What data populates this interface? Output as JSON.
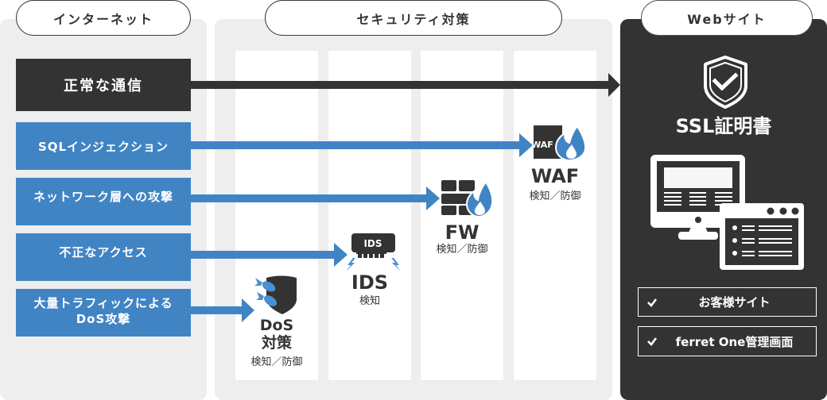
{
  "sections": {
    "internet": {
      "title": "インターネット"
    },
    "security": {
      "title": "セキュリティ対策"
    },
    "website": {
      "title": "Webサイト"
    }
  },
  "traffic": [
    {
      "label": "正常な通信",
      "kind": "normal",
      "destination": "Webサイト"
    },
    {
      "label": "SQLインジェクション",
      "kind": "attack",
      "destination": "WAF"
    },
    {
      "label": "ネットワーク層への攻撃",
      "kind": "attack",
      "destination": "FW"
    },
    {
      "label": "不正なアクセス",
      "kind": "attack",
      "destination": "IDS"
    },
    {
      "label_lines": [
        "大量トラフィックによる",
        "DoS攻撃"
      ],
      "kind": "attack",
      "destination": "DoS対策"
    }
  ],
  "defenses": [
    {
      "name_lines": [
        "DoS",
        "対策"
      ],
      "function": "検知／防御",
      "icon": "dos-shield-icon"
    },
    {
      "name": "IDS",
      "icon_text": "IDS",
      "function": "検知",
      "icon": "ids-chip-icon"
    },
    {
      "name": "FW",
      "function": "検知／防御",
      "icon": "firewall-icon"
    },
    {
      "name": "WAF",
      "icon_text": "WAF",
      "function": "検知／防御",
      "icon": "waf-icon"
    }
  ],
  "website": {
    "ssl_label": "SSL証明書",
    "ssl_icon": "shield-check-icon",
    "device_icons": [
      "monitor-icon",
      "browser-window-icon"
    ],
    "targets": [
      {
        "label": "お客様サイト",
        "checked": true
      },
      {
        "label": "ferret One管理画面",
        "checked": true
      }
    ]
  },
  "colors": {
    "dark": "#333333",
    "accent_blue": "#4184c4",
    "panel_bg": "#eeeeee",
    "column_bg": "#ffffff"
  }
}
